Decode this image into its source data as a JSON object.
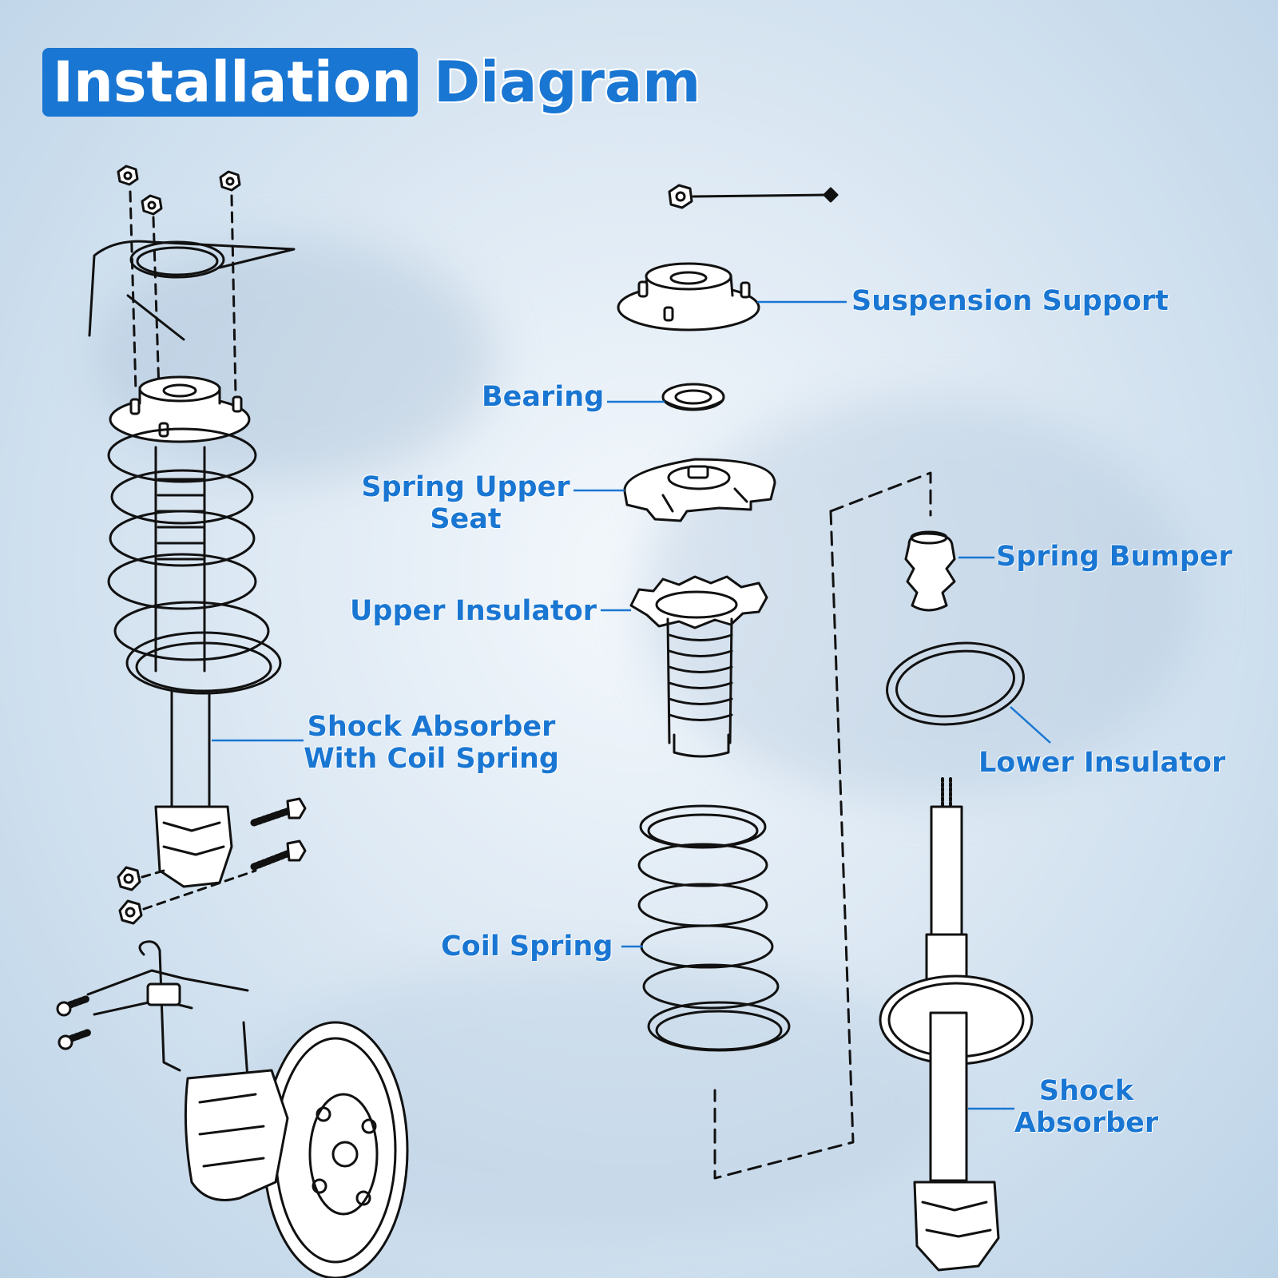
{
  "title": {
    "part1": "Installation",
    "part2": "Diagram"
  },
  "labels": {
    "suspension_support": "Suspension Support",
    "bearing": "Bearing",
    "spring_upper_seat_line1": "Spring Upper",
    "spring_upper_seat_line2": "Seat",
    "upper_insulator": "Upper Insulator",
    "shock_with_spring_line1": "Shock Absorber",
    "shock_with_spring_line2": "With Coil Spring",
    "coil_spring": "Coil Spring",
    "spring_bumper": "Spring Bumper",
    "lower_insulator": "Lower Insulator",
    "shock_absorber_line1": "Shock",
    "shock_absorber_line2": "Absorber"
  },
  "colors": {
    "accent": "#1976d2",
    "line": "#111111"
  }
}
